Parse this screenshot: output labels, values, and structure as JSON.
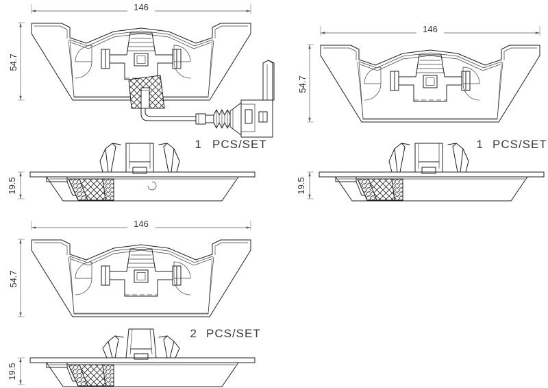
{
  "drawing": {
    "title": "Brake pad set technical drawing",
    "units": "mm",
    "line_color": "#1d1d1d",
    "background": "#ffffff"
  },
  "views": [
    {
      "id": "top-left-pad-face",
      "name": "pad-face-with-wear-sensor",
      "width_dim": "146",
      "height_dim": "54.7",
      "has_wear_sensor": true,
      "has_shim_hatch": true,
      "qty_label": {
        "count": "1",
        "unit": "PCS/SET"
      }
    },
    {
      "id": "top-right-pad-face",
      "name": "pad-face-plain",
      "width_dim": "146",
      "height_dim": "54.7",
      "has_wear_sensor": false,
      "has_shim_hatch": false,
      "qty_label": {
        "count": "1",
        "unit": "PCS/SET"
      }
    },
    {
      "id": "bottom-left-pad-face",
      "name": "pad-face-plain-pair",
      "width_dim": "146",
      "height_dim": "54.7",
      "has_wear_sensor": false,
      "has_shim_hatch": false,
      "qty_label": {
        "count": "2",
        "unit": "PCS/SET"
      }
    }
  ],
  "sections": [
    {
      "id": "section-left-upper",
      "name": "pad-side-section",
      "thickness_dim": "19.5",
      "has_clip": true,
      "has_hole": true
    },
    {
      "id": "section-right",
      "name": "pad-side-section",
      "thickness_dim": "19.5",
      "has_clip": true,
      "has_hole": false
    },
    {
      "id": "section-left-lower",
      "name": "pad-side-section",
      "thickness_dim": "19.5",
      "has_clip": true,
      "has_hole": false
    }
  ],
  "labels": {
    "width_146": "146",
    "height_547": "54.7",
    "thickness_195": "19.5",
    "qty_1": "1",
    "qty_2": "2",
    "pcs_set": "PCS/SET"
  },
  "components": {
    "wear_sensor_wire": "wear-sensor-wire",
    "wear_sensor_connector": "wear-sensor-connector",
    "retaining_clip": "retaining-spring-clip",
    "backing_plate": "backing-plate",
    "friction_material": "friction-material",
    "shim": "shim-hatched"
  }
}
